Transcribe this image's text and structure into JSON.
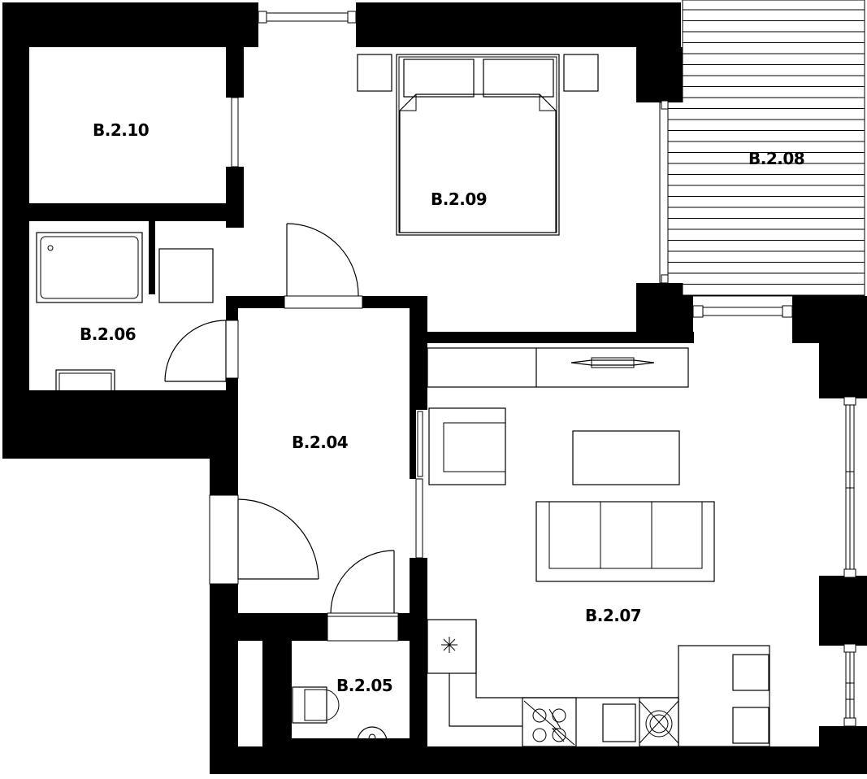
{
  "rooms": {
    "r0210": "B.2.10",
    "r0209": "B.2.09",
    "r0208": "B.2.08",
    "r0206": "B.2.06",
    "r0204": "B.2.04",
    "r0207": "B.2.07",
    "r0205": "B.2.05"
  },
  "colors": {
    "wall": "#000000",
    "floor": "#ffffff",
    "line": "#000000"
  }
}
